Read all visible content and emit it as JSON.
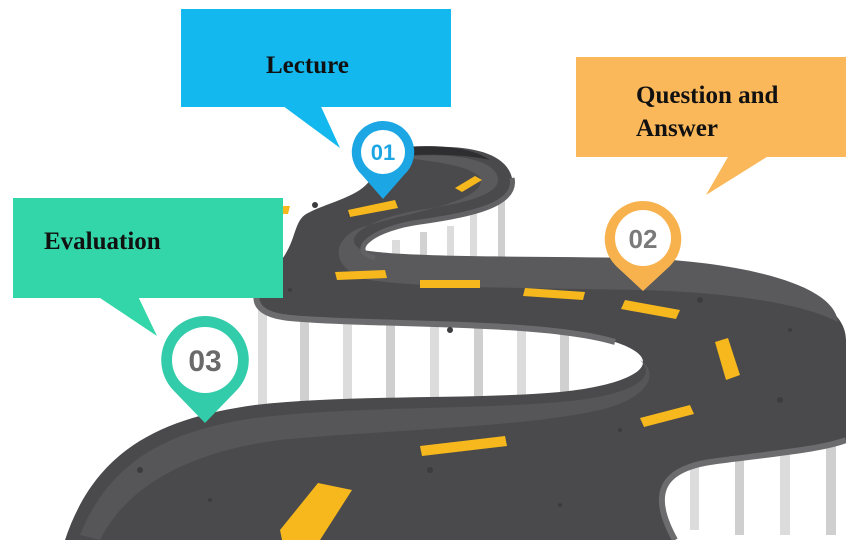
{
  "colors": {
    "background": "#ffffff",
    "road": "#4a4a4c",
    "road_top": "#5a5a5c",
    "road_edge": "#6a6a6c",
    "road_dark": "#2e2e30",
    "lane": "#f6b81c",
    "pillar": "#dcdcdc",
    "pillar_shade": "#b9b9b9",
    "text": "#111111"
  },
  "steps": [
    {
      "id": "lecture",
      "label": "Lecture",
      "number": "01",
      "color": "#12b8ee",
      "pin_color": "#1ca7e4",
      "number_color": "#1ca7e4"
    },
    {
      "id": "qa",
      "label_lines": [
        "Question and",
        "Answer"
      ],
      "number": "02",
      "color": "#fab85a",
      "pin_color": "#f7b24e",
      "number_color": "#7a7a7a"
    },
    {
      "id": "evaluation",
      "label": "Evaluation",
      "number": "03",
      "color": "#33d6a8",
      "pin_color": "#33ccaa",
      "number_color": "#6a6a6a"
    }
  ]
}
